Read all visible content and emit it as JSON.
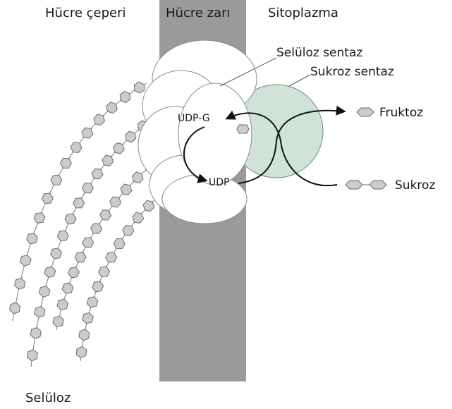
{
  "labels": {
    "cell_wall": "Hücre çeperi",
    "cell_membrane": "Hücre zarı",
    "cytoplasm": "Sitoplazma",
    "cellulose_synthase": "Selüloz sentaz",
    "sucrose_synthase": "Sukroz sentaz",
    "udp_g": "UDP-G",
    "udp": "UDP",
    "fructose": "Fruktoz",
    "sucrose": "Sukroz",
    "cellulose": "Selüloz"
  },
  "colors": {
    "membrane": "#9a9a9a",
    "sucrose_synthase": "#cfe3d8",
    "hexagon_fill": "#c9cecb",
    "enzyme_fill": "#ffffff"
  },
  "icons": {
    "monomer": "hexagon-icon"
  }
}
